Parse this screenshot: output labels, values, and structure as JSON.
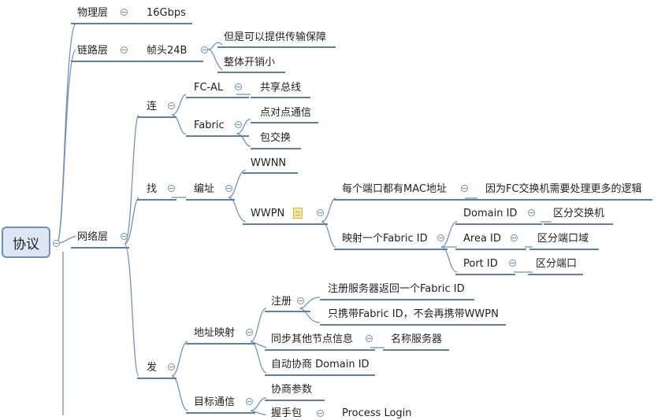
{
  "root": "协议",
  "l1": {
    "physical": "物理层",
    "physical_val": "16Gbps",
    "link": "链路层",
    "link_frame": "帧头24B",
    "link_c1": "但是可以提供传输保障",
    "link_c2": "整体开销小",
    "network": "网络层"
  },
  "lian": {
    "label": "连",
    "fcal": "FC-AL",
    "fcal_c": "共享总线",
    "fabric": "Fabric",
    "fabric_c1": "点对点通信",
    "fabric_c2": "包交换"
  },
  "zhao": {
    "label": "找",
    "bianzhi": "编址",
    "wwnn": "WWNN",
    "wwpn": "WWPN",
    "mac": "每个端口都有MAC地址",
    "mac_c": "因为FC交换机需要处理更多的逻辑",
    "map_fid": "映射一个Fabric ID",
    "domain": "Domain ID",
    "domain_c": "区分交换机",
    "area": "Area ID",
    "area_c": "区分端口域",
    "port": "Port ID",
    "port_c": "区分端口"
  },
  "fa": {
    "label": "发",
    "addrmap": "地址映射",
    "reg": "注册",
    "reg_c1": "注册服务器返回一个Fabric ID",
    "reg_c2": "只携带Fabric ID，不会再携带WWPN",
    "sync": "同步其他节点信息",
    "sync_c": "名称服务器",
    "auto": "自动协商 Domain ID",
    "target": "目标通信",
    "negotiate": "协商参数",
    "handshake": "握手包",
    "plogin": "Process Login"
  },
  "icons": [
    "collapse-toggle-icon",
    "note-icon"
  ],
  "colors": {
    "line": "#5f7ea6",
    "root_fill": "#dde7f3",
    "root_border": "#6d8fb8"
  }
}
